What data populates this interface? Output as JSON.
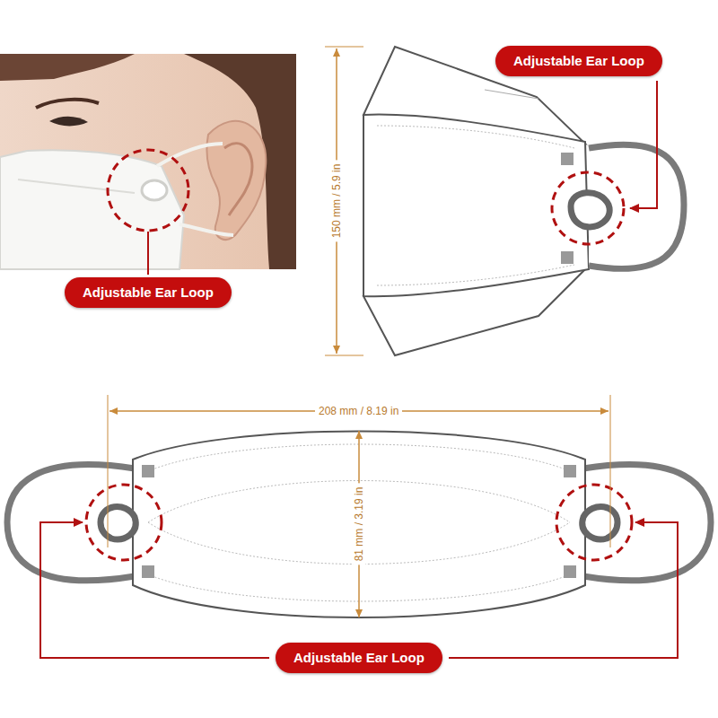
{
  "diagram": {
    "nodes": [
      {
        "text": [
          "Adjustable Ear Loop"
        ]
      },
      {
        "text": [
          "Adjustable Ear Loop"
        ]
      },
      {
        "text": [
          "Adjustable Ear Loop"
        ]
      }
    ],
    "labels": [
      "150 mm / 5.9 in",
      "208 mm / 8.19 in",
      "81 mm / 3.19 in"
    ]
  }
}
